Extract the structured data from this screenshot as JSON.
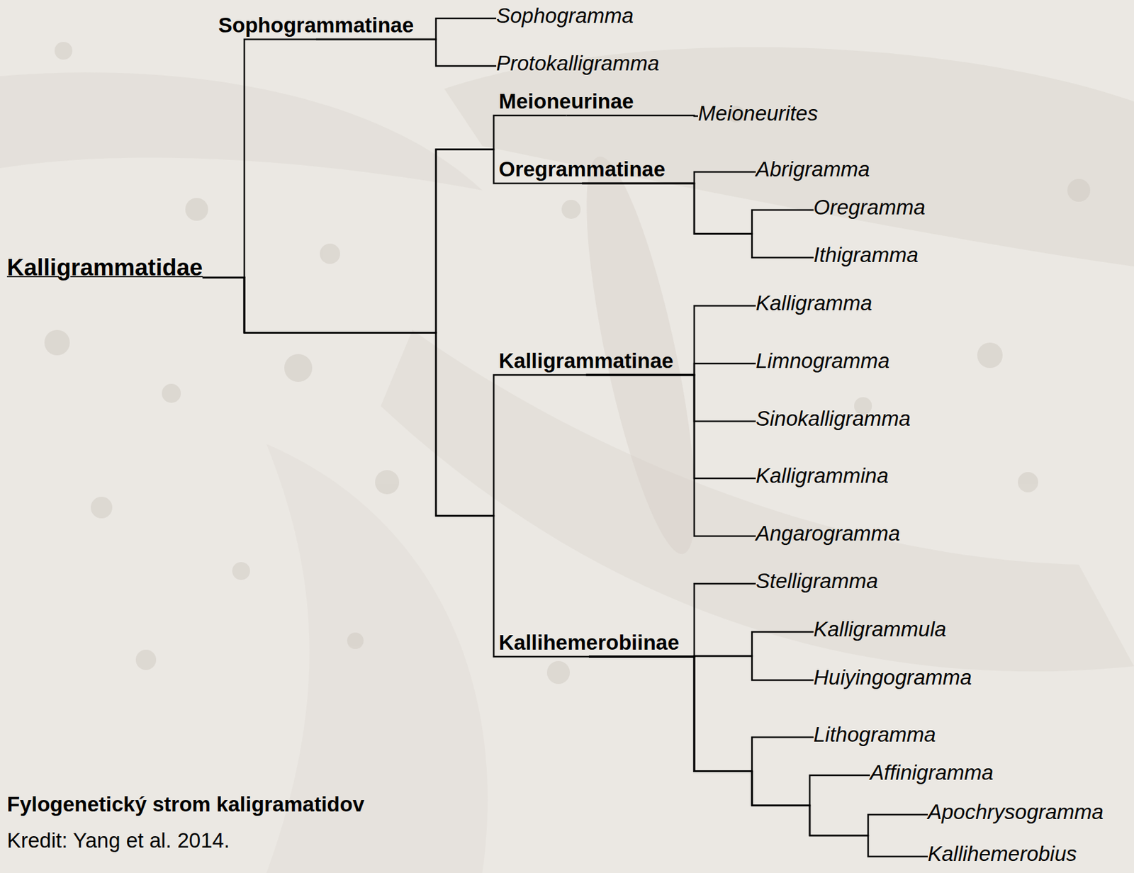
{
  "diagram": {
    "title": "Fylogenetický strom kaligramatidov",
    "caption": "Kredit: Yang et al. 2014.",
    "nodes": [
      {
        "text": [
          "Kalligrammatidae"
        ]
      },
      {
        "text": [
          "Sophogrammatinae"
        ]
      },
      {
        "text": [
          "Sophogramma"
        ]
      },
      {
        "text": [
          "Protokalligramma"
        ]
      },
      {
        "text": [
          "Meioneurinae"
        ]
      },
      {
        "text": [
          "Meioneurites"
        ]
      },
      {
        "text": [
          "Oregrammatinae"
        ]
      },
      {
        "text": [
          "Abrigramma"
        ]
      },
      {
        "text": [
          "Oregramma"
        ]
      },
      {
        "text": [
          "Ithigramma"
        ]
      },
      {
        "text": [
          "Kalligrammatinae"
        ]
      },
      {
        "text": [
          "Kalligramma"
        ]
      },
      {
        "text": [
          "Limnogramma"
        ]
      },
      {
        "text": [
          "Sinokalligramma"
        ]
      },
      {
        "text": [
          "Kalligrammina"
        ]
      },
      {
        "text": [
          "Angarogramma"
        ]
      },
      {
        "text": [
          "Kallihemerobiinae"
        ]
      },
      {
        "text": [
          "Stelligramma"
        ]
      },
      {
        "text": [
          "Kalligrammula"
        ]
      },
      {
        "text": [
          "Huiyingogramma"
        ]
      },
      {
        "text": [
          "Lithogramma"
        ]
      },
      {
        "text": [
          "Affinigramma"
        ]
      },
      {
        "text": [
          "Apochrysogramma"
        ]
      },
      {
        "text": [
          "Kallihemerobius"
        ]
      }
    ],
    "edges": [
      {
        "from": 0,
        "to": 1,
        "arrow": "none"
      },
      {
        "from": 0,
        "to": 4,
        "arrow": "none"
      },
      {
        "from": 0,
        "to": 6,
        "arrow": "none"
      },
      {
        "from": 0,
        "to": 10,
        "arrow": "none"
      },
      {
        "from": 0,
        "to": 16,
        "arrow": "none"
      },
      {
        "from": 1,
        "to": 2,
        "arrow": "none"
      },
      {
        "from": 1,
        "to": 3,
        "arrow": "none"
      },
      {
        "from": 4,
        "to": 5,
        "arrow": "none"
      },
      {
        "from": 6,
        "to": 7,
        "arrow": "none"
      },
      {
        "from": 6,
        "to": 8,
        "arrow": "none"
      },
      {
        "from": 6,
        "to": 9,
        "arrow": "none"
      },
      {
        "from": 10,
        "to": 11,
        "arrow": "none"
      },
      {
        "from": 10,
        "to": 12,
        "arrow": "none"
      },
      {
        "from": 10,
        "to": 13,
        "arrow": "none"
      },
      {
        "from": 10,
        "to": 14,
        "arrow": "none"
      },
      {
        "from": 10,
        "to": 15,
        "arrow": "none"
      },
      {
        "from": 16,
        "to": 17,
        "arrow": "none"
      },
      {
        "from": 16,
        "to": 18,
        "arrow": "none"
      },
      {
        "from": 16,
        "to": 19,
        "arrow": "none"
      },
      {
        "from": 16,
        "to": 20,
        "arrow": "none"
      },
      {
        "from": 16,
        "to": 21,
        "arrow": "none"
      },
      {
        "from": 16,
        "to": 22,
        "arrow": "none"
      },
      {
        "from": 16,
        "to": 23,
        "arrow": "none"
      }
    ]
  }
}
